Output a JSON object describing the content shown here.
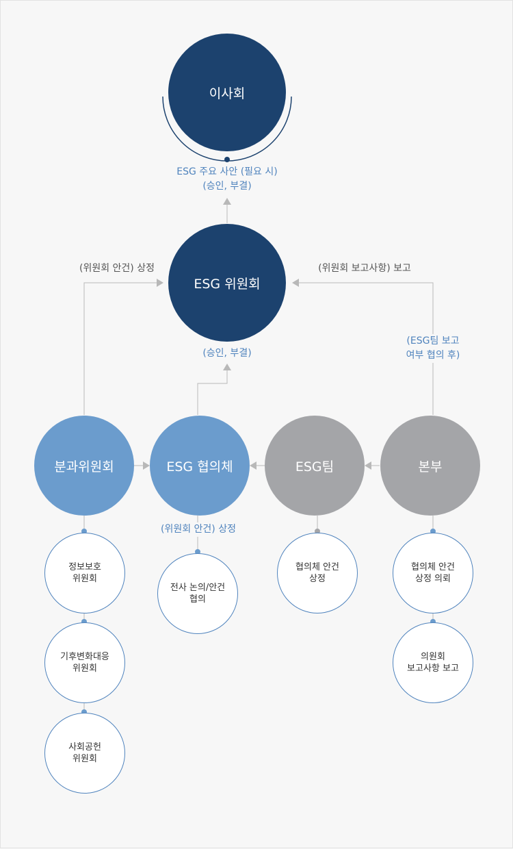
{
  "board": {
    "label": "이사회"
  },
  "board_note": {
    "line": "ESG 주요 사안 (필요 시)\n(승인, 부결)"
  },
  "committee": {
    "label": "ESG 위원회"
  },
  "committee_note": "(승인, 부결)",
  "left_note": "(위원회 안건) 상정",
  "right_note": "(위원회 보고사항) 보고",
  "right_blue_note": "(ESG팀 보고\n여부 협의 후)",
  "row": [
    {
      "label": "분과위원회"
    },
    {
      "label": "ESG 협의체"
    },
    {
      "label": "ESG팀"
    },
    {
      "label": "본부"
    }
  ],
  "council_note": "(위원회 안건) 상정",
  "subcommittees": [
    "정보보호\n위원회",
    "기후변화대응\n위원회",
    "사회공헌\n위원회"
  ],
  "council_sub": "전사 논의/안건\n협의",
  "team_sub": "협의체 안건\n상정",
  "hq_subs": [
    "협의체 안건\n상정 의뢰",
    "의원회\n보고사항 보고"
  ],
  "colors": {
    "navy": "#1c426e",
    "blue": "#6b9ccd",
    "gray": "#a4a5a8",
    "line": "#b8b8b8",
    "accent": "#4f83bd"
  }
}
